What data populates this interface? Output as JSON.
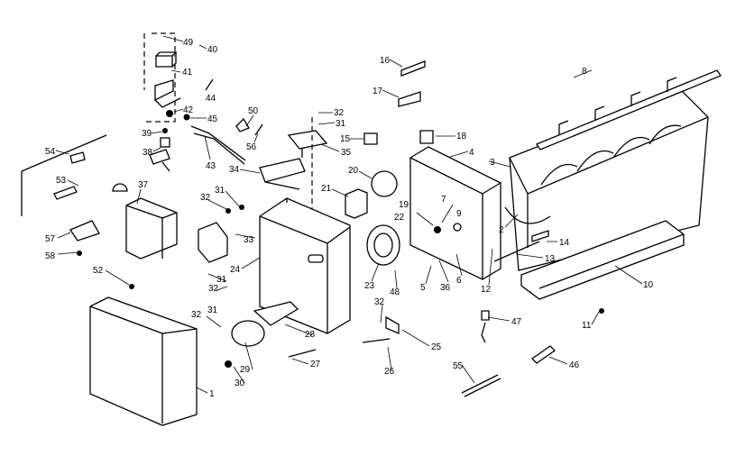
{
  "diagram": {
    "type": "exploded parts diagram",
    "colors": {
      "ink": "#000000",
      "paper": "#ffffff"
    },
    "labels": [
      "49",
      "40",
      "41",
      "44",
      "42",
      "45",
      "39",
      "38",
      "43",
      "50",
      "56",
      "32",
      "31",
      "35",
      "15",
      "16",
      "17",
      "18",
      "54",
      "53",
      "37",
      "57",
      "58",
      "34",
      "31",
      "32",
      "33",
      "24",
      "31",
      "32",
      "52",
      "32",
      "31",
      "28",
      "29",
      "30",
      "27",
      "20",
      "21",
      "19",
      "22",
      "7",
      "9",
      "23",
      "48",
      "5",
      "36",
      "6",
      "4",
      "3",
      "8",
      "2",
      "14",
      "13",
      "12",
      "10",
      "11",
      "47",
      "46",
      "55",
      "25",
      "26",
      "32",
      "1"
    ]
  }
}
